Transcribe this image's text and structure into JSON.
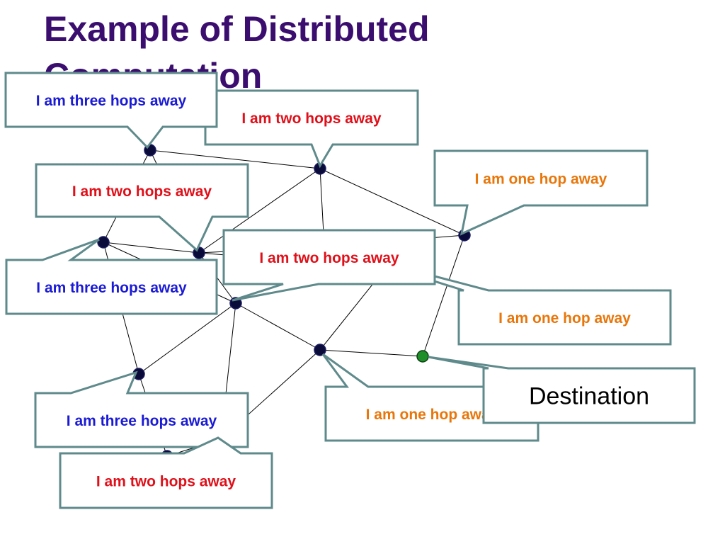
{
  "slide": {
    "title": "Example of Distributed Computation"
  },
  "colors": {
    "title": "#3a0d6e",
    "three_hops": "#1a1ad6",
    "two_hops": "#e0101a",
    "one_hop": "#e8760a",
    "destination": "#000000",
    "callout_border": "#5f8a8b",
    "node": "#0b0b3a",
    "destination_node": "#1f8f2a",
    "edge": "#000000"
  },
  "nodes": [
    {
      "id": "n1",
      "kind": "normal"
    },
    {
      "id": "n2",
      "kind": "normal"
    },
    {
      "id": "n3",
      "kind": "normal"
    },
    {
      "id": "n4",
      "kind": "normal"
    },
    {
      "id": "n5",
      "kind": "normal"
    },
    {
      "id": "n6",
      "kind": "normal"
    },
    {
      "id": "n7",
      "kind": "normal"
    },
    {
      "id": "n8",
      "kind": "normal"
    },
    {
      "id": "n9",
      "kind": "normal"
    },
    {
      "id": "n10",
      "kind": "normal"
    },
    {
      "id": "n11",
      "kind": "normal"
    },
    {
      "id": "n12",
      "kind": "normal"
    },
    {
      "id": "dest",
      "kind": "destination"
    }
  ],
  "edges": [
    [
      "n1",
      "n2"
    ],
    [
      "n1",
      "n3"
    ],
    [
      "n1",
      "n4"
    ],
    [
      "n2",
      "n4"
    ],
    [
      "n2",
      "n5"
    ],
    [
      "n2",
      "n6"
    ],
    [
      "n3",
      "n4"
    ],
    [
      "n3",
      "n8"
    ],
    [
      "n3",
      "n10"
    ],
    [
      "n4",
      "n5"
    ],
    [
      "n4",
      "n7"
    ],
    [
      "n4",
      "n8"
    ],
    [
      "n5",
      "n6"
    ],
    [
      "n5",
      "n7"
    ],
    [
      "n6",
      "dest"
    ],
    [
      "n7",
      "n9"
    ],
    [
      "n8",
      "n9"
    ],
    [
      "n8",
      "n10"
    ],
    [
      "n8",
      "n11"
    ],
    [
      "n9",
      "dest"
    ],
    [
      "n9",
      "n11"
    ],
    [
      "n10",
      "n12"
    ],
    [
      "n11",
      "n12"
    ]
  ],
  "callouts": [
    {
      "id": "c-n2",
      "text": "I am two hops away",
      "level": "two_hops",
      "target": "n2"
    },
    {
      "id": "c-n1",
      "text": "I am three hops away",
      "level": "three_hops",
      "target": "n1"
    },
    {
      "id": "c-n6",
      "text": "I am one hop away",
      "level": "one_hop",
      "target": "n6"
    },
    {
      "id": "c-n4",
      "text": "I am two hops away",
      "level": "two_hops",
      "target": "n4"
    },
    {
      "id": "c-n3",
      "text": "I am three hops away",
      "level": "three_hops",
      "target": "n3"
    },
    {
      "id": "c-n5",
      "text": "I am one hop away",
      "level": "one_hop",
      "target": "n5"
    },
    {
      "id": "c-n8",
      "text": "I am two hops away",
      "level": "two_hops",
      "target": "n8"
    },
    {
      "id": "c-n9",
      "text": "I am one hop away",
      "level": "one_hop",
      "target": "n9"
    },
    {
      "id": "c-dest",
      "text": "Destination",
      "level": "destination",
      "target": "dest"
    },
    {
      "id": "c-n10",
      "text": "I am three hops away",
      "level": "three_hops",
      "target": "n10"
    },
    {
      "id": "c-n11",
      "text": "I am two hops away",
      "level": "two_hops",
      "target": "n11"
    }
  ]
}
